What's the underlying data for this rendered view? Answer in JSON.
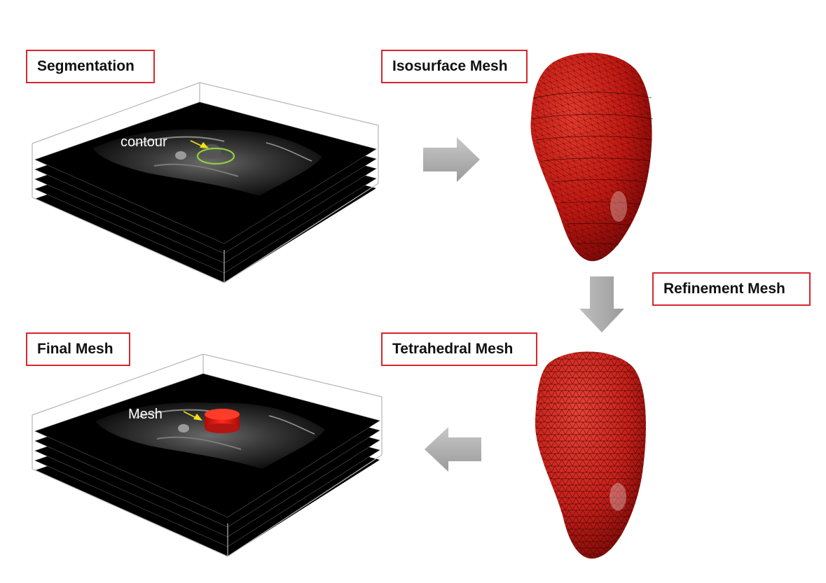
{
  "stages": {
    "segmentation": "Segmentation",
    "isosurface": "Isosurface Mesh",
    "refinement": "Refinement Mesh",
    "tetrahedral": "Tetrahedral Mesh",
    "final": "Final Mesh"
  },
  "annotations": {
    "contour": "contour",
    "mesh": "Mesh"
  },
  "colors": {
    "label_border": "#d9262c",
    "mesh_red": "#d4221c",
    "arrow_gray": "#a9a9a9",
    "contour_green": "#8fcf3a",
    "pointer_yellow": "#f2e21a"
  }
}
